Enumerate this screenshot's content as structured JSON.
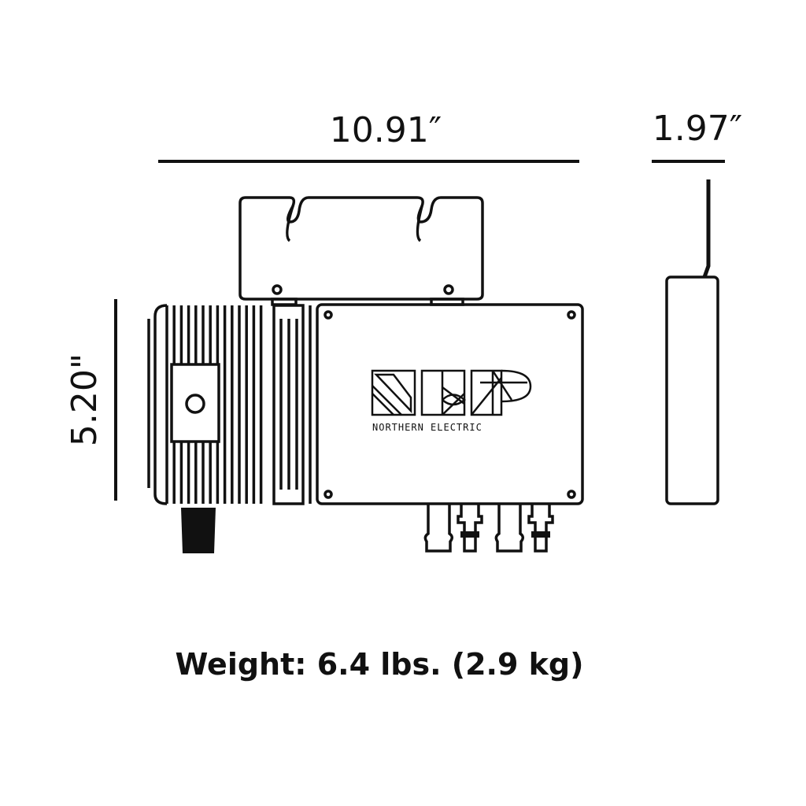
{
  "dimensions": {
    "width_label": "10.91″",
    "depth_label": "1.97″",
    "height_label": "5.20\""
  },
  "weight_label": "Weight: 6.4 lbs. (2.9 kg)",
  "logo": {
    "mark": "NEP",
    "subtitle": "NORTHERN ELECTRIC"
  },
  "colors": {
    "ink": "#111111",
    "background": "#ffffff"
  }
}
